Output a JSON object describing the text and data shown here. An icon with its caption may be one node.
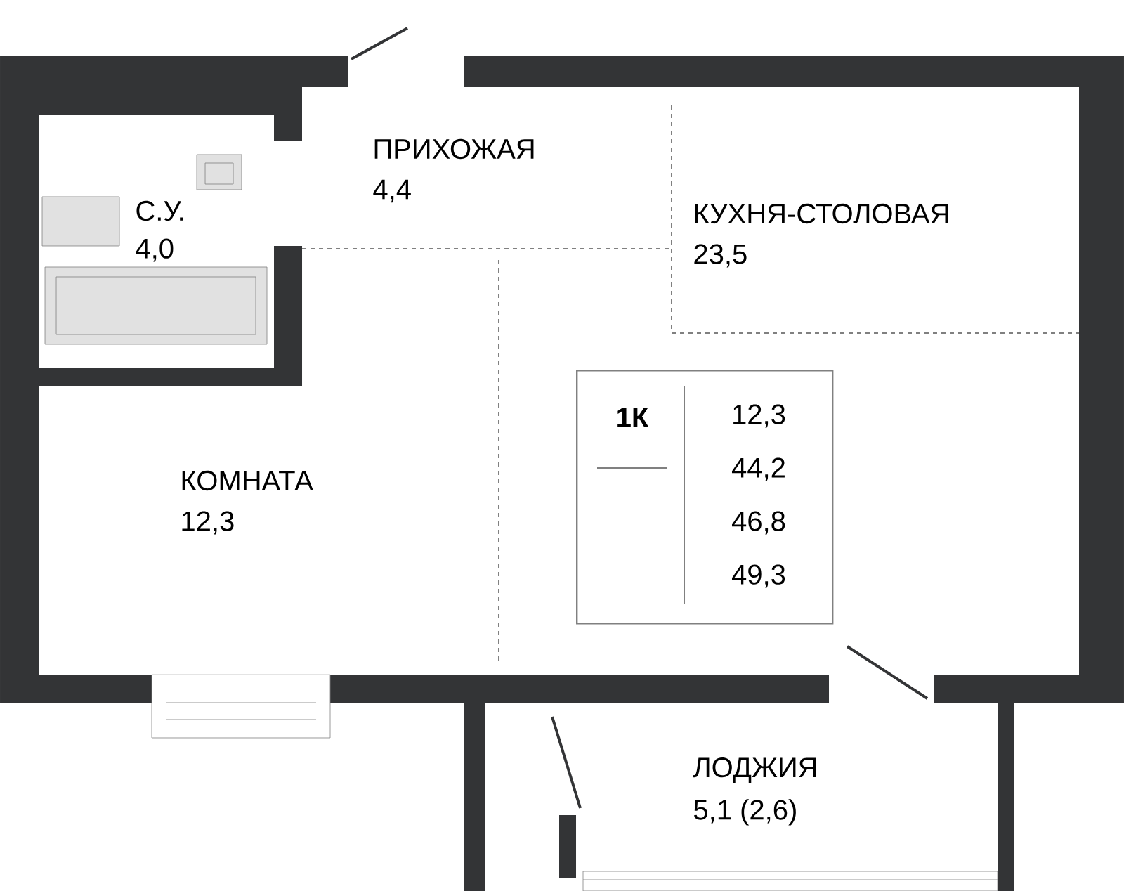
{
  "diagram": {
    "nodes": [
      {
        "text": [
          "1К",
          "12,3",
          "44,2",
          "46,8",
          "49,3"
        ]
      }
    ],
    "labels": [
      "ПРИХОЖАЯ",
      "4,4",
      "С.У.",
      "4,0",
      "КУХНЯ-СТОЛОВАЯ",
      "23,5",
      "КОМНАТА",
      "12,3",
      "ЛОДЖИЯ",
      "5,1 (2,6)"
    ]
  }
}
